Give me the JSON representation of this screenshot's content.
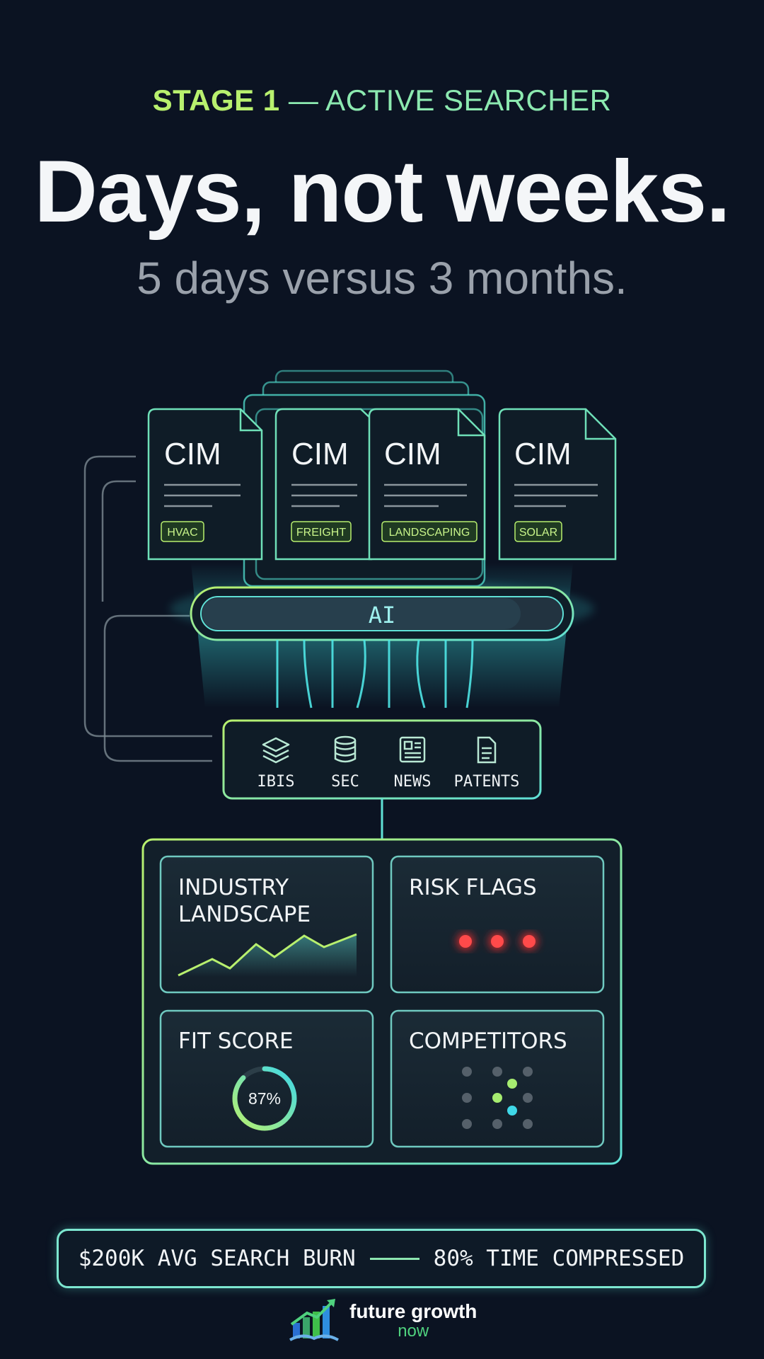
{
  "header": {
    "stage_strong": "STAGE 1",
    "stage_light": " — ACTIVE SEARCHER",
    "headline": "Days, not weeks.",
    "subhead": "5 days versus 3 months."
  },
  "documents": [
    {
      "title": "CIM",
      "tag": "HVAC"
    },
    {
      "title": "CIM",
      "tag": "FREIGHT"
    },
    {
      "title": "CIM",
      "tag": "LANDSCAPING"
    },
    {
      "title": "CIM",
      "tag": "SOLAR"
    }
  ],
  "ai_bar": {
    "label": "AI"
  },
  "sources": [
    {
      "label": "IBIS",
      "icon": "layers-icon"
    },
    {
      "label": "SEC",
      "icon": "database-icon"
    },
    {
      "label": "NEWS",
      "icon": "newspaper-icon"
    },
    {
      "label": "PATENTS",
      "icon": "document-icon"
    }
  ],
  "panels": {
    "industry": {
      "line1": "INDUSTRY",
      "line2": "LANDSCAPE"
    },
    "risk": {
      "title": "RISK FLAGS"
    },
    "fit": {
      "title": "FIT SCORE",
      "value": "87%"
    },
    "competitors": {
      "title": "COMPETITORS"
    }
  },
  "stats": {
    "left": "$200K AVG SEARCH BURN",
    "right": "80% TIME COMPRESSED"
  },
  "brand": {
    "name": "future growth",
    "sub": "now"
  },
  "colors": {
    "background": "#0b1322",
    "accent_green": "#b8f06e",
    "accent_cyan": "#4fe0e0",
    "risk_red": "#ff3b3b"
  }
}
